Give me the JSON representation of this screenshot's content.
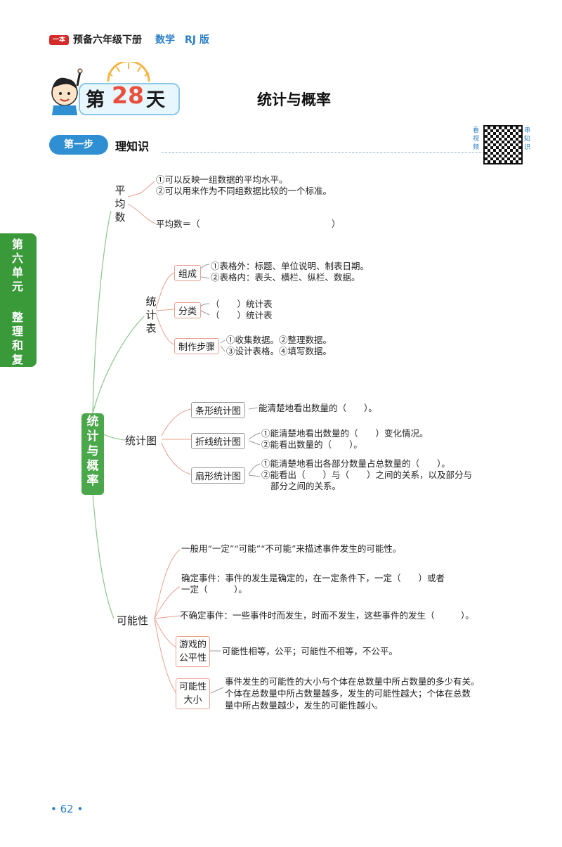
{
  "header": {
    "brand": "一本",
    "text": "预备六年级下册",
    "subject": "数学",
    "edition": "RJ 版"
  },
  "day": {
    "prefix": "第",
    "number": "28",
    "suffix": "天"
  },
  "title": "统计与概率",
  "step": {
    "pill": "第一步",
    "label": "理知识"
  },
  "qr": {
    "left": "看视频",
    "right": "串知识"
  },
  "side_tab": {
    "unit": "第六单元",
    "topic": "整理和复习"
  },
  "mindmap": {
    "root": "统计与概率",
    "average": {
      "label": "平均数",
      "line1": "①可以反映一组数据的平均水平。",
      "line2": "②可以用来作为不同组数据比较的一个标准。",
      "formula": "平均数＝（　　　　　　　　　　　　　　　）"
    },
    "table": {
      "label": "统计表",
      "compose": {
        "label": "组成",
        "line1": "①表格外：标题、单位说明、制表日期。",
        "line2": "②表格内：表头、横栏、纵栏、数据。"
      },
      "classify": {
        "label": "分类",
        "line1": "（　　）统计表",
        "line2": "（　　）统计表"
      },
      "steps": {
        "label": "制作步骤",
        "line1": "①收集数据。②整理数据。",
        "line2": "③设计表格。④填写数据。"
      }
    },
    "chart": {
      "label": "统计图",
      "bar": {
        "label": "条形统计图",
        "line1": "能清楚地看出数量的（　　）。"
      },
      "line": {
        "label": "折线统计图",
        "line1": "①能清楚地看出数量的（　　）变化情况。",
        "line2": "②能看出数量的（　　）。"
      },
      "pie": {
        "label": "扇形统计图",
        "line1": "①能清楚地看出各部分数量占总数量的（　　）。",
        "line2": "②能看出（　　）与（　　）之间的关系，以及部分与",
        "line3": "部分之间的关系。"
      }
    },
    "possibility": {
      "label": "可能性",
      "b1": "一般用“一定”“可能”“不可能”来描述事件发生的可能性。",
      "b2_line1": "确定事件：事件的发生是确定的，在一定条件下，一定（　　）或者",
      "b2_line2": "一定（　　　）。",
      "b3": "不确定事件：一些事件时而发生，时而不发生，这些事件的发生（　　　）。",
      "fair": {
        "label1": "游戏的",
        "label2": "公平性",
        "text": "可能性相等，公平；可能性不相等，不公平。"
      },
      "size": {
        "label1": "可能性",
        "label2": "大小",
        "line1": "事件发生的可能性的大小与个体在总数量中所占数量的多少有关。",
        "line2": "个体在总数量中所占数量越多，发生的可能性越大；个体在总数",
        "line3": "量中所占数量越少，发生的可能性越小。"
      }
    }
  },
  "page_number": "• 62 •"
}
